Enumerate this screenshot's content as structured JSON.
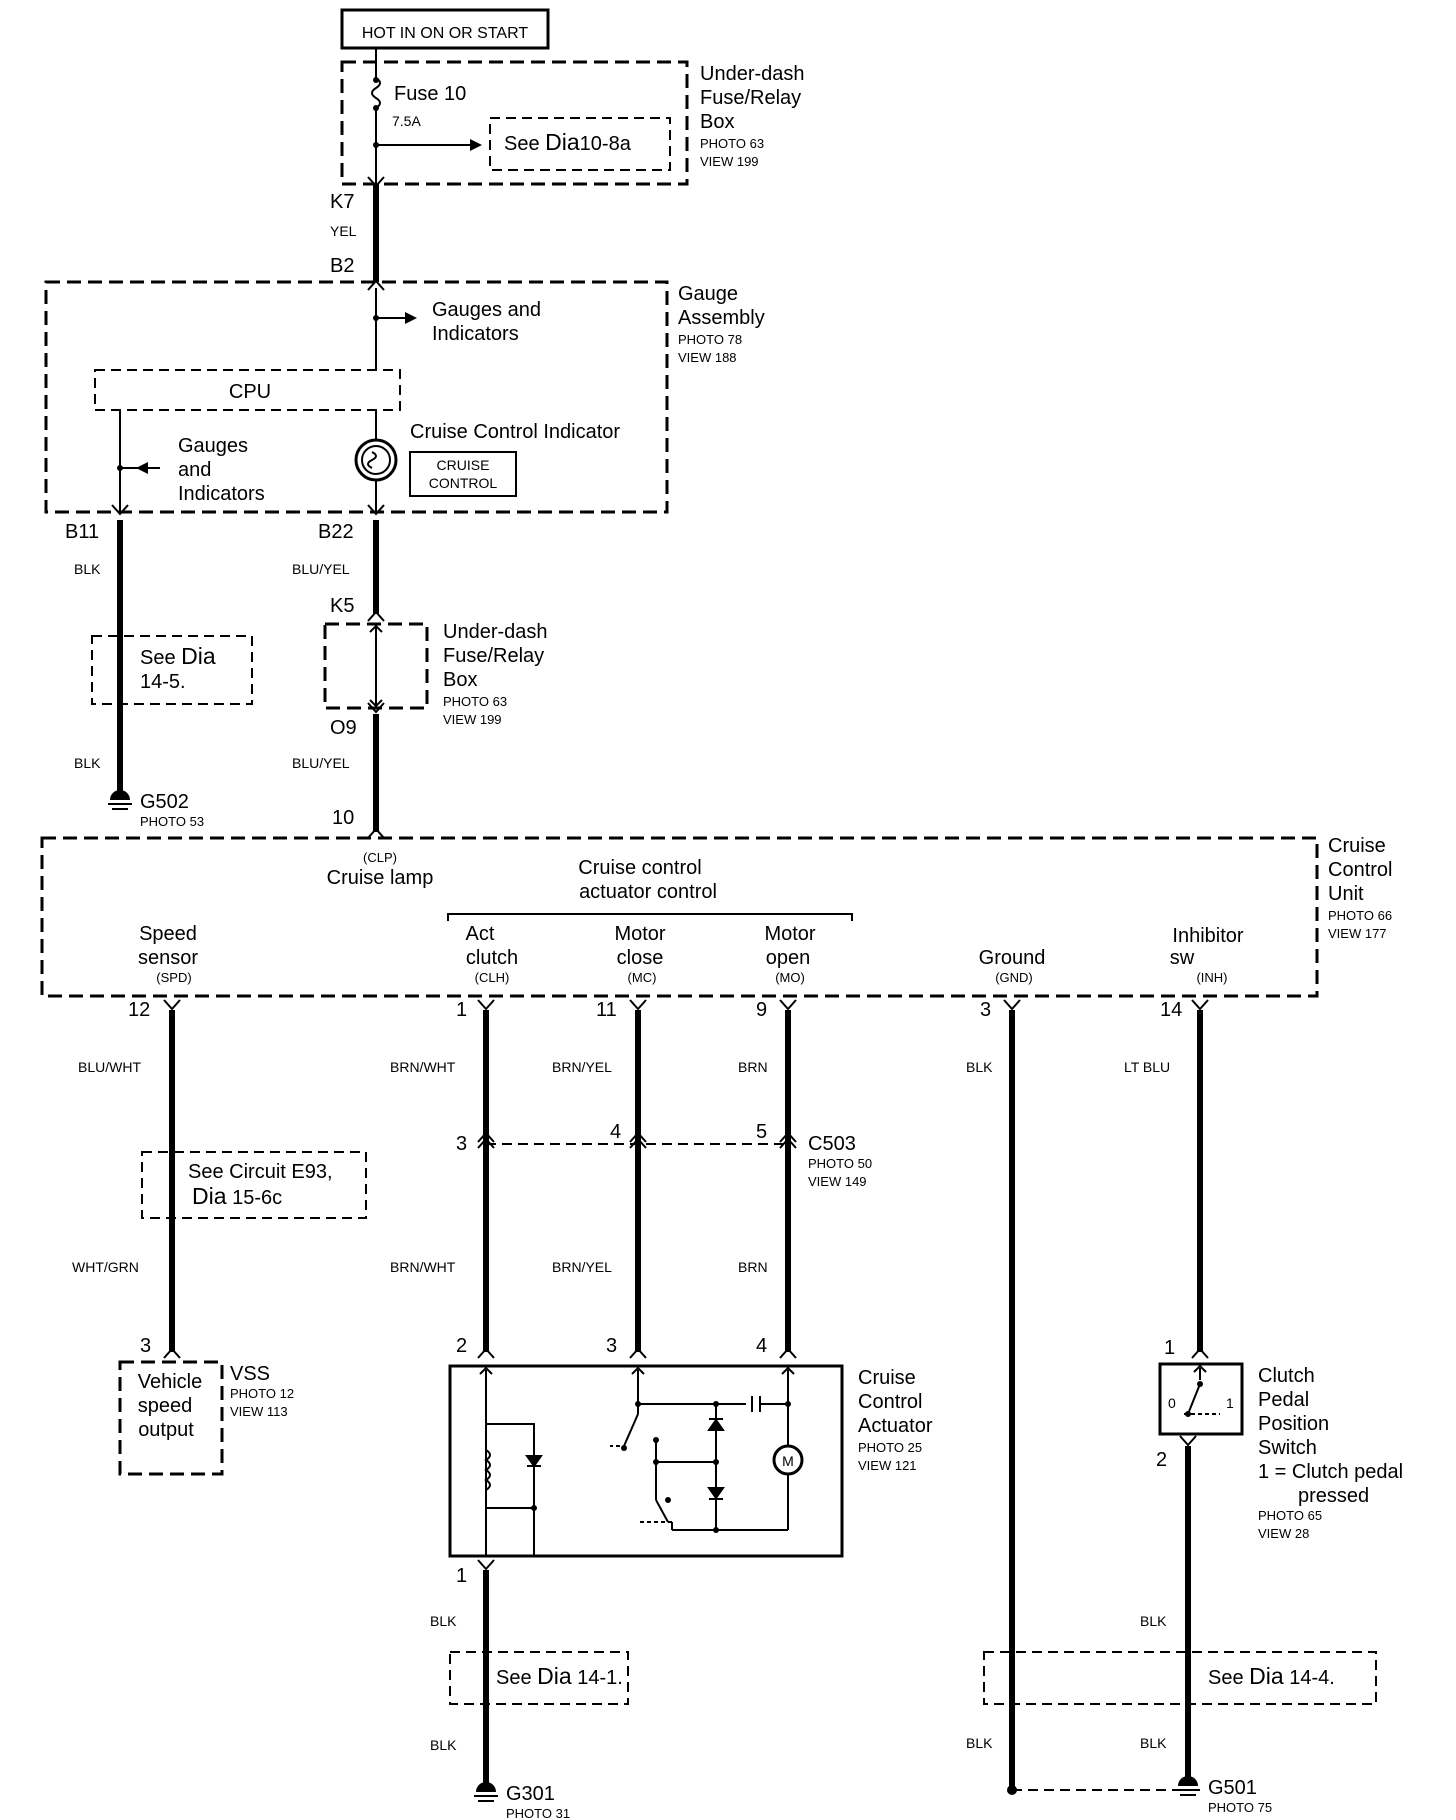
{
  "top_label": "HOT IN ON OR START",
  "fuse_box_top": {
    "name_line1": "Under-dash",
    "name_line2": "Fuse/Relay",
    "name_line3": "Box",
    "photo": "PHOTO 63",
    "view": "VIEW 199",
    "fuse_name": "Fuse 10",
    "fuse_rating": "7.5A",
    "see_ref_prefix": "See",
    "see_ref_dia": "Dia",
    "see_ref_num": "10-8a"
  },
  "pins": {
    "k7": "K7",
    "b2": "B2",
    "b11": "B11",
    "b22": "B22",
    "k5": "K5",
    "o9": "O9",
    "p10": "10",
    "p12": "12",
    "p1": "1",
    "p11": "11",
    "p9": "9",
    "p3": "3",
    "p14": "14",
    "c503_3": "3",
    "c503_4": "4",
    "c503_5": "5",
    "vss3": "3",
    "act2": "2",
    "act3": "3",
    "act4": "4",
    "act1": "1",
    "clutch1": "1",
    "clutch2": "2"
  },
  "wires": {
    "yel": "YEL",
    "blk_b11": "BLK",
    "blk_g502": "BLK",
    "bluyel_1": "BLU/YEL",
    "bluyel_2": "BLU/YEL",
    "bluwht": "BLU/WHT",
    "whtgrn": "WHT/GRN",
    "brnwht_1": "BRN/WHT",
    "brnwht_2": "BRN/WHT",
    "brnyel_1": "BRN/YEL",
    "brnyel_2": "BRN/YEL",
    "brn_1": "BRN",
    "brn_2": "BRN",
    "blk_gnd": "BLK",
    "ltblu": "LT BLU",
    "blk_act_1": "BLK",
    "blk_act_2": "BLK",
    "blk_gnd_2": "BLK",
    "blk_clutch_1": "BLK",
    "blk_clutch_2": "BLK"
  },
  "gauge_assembly": {
    "name_line1": "Gauge",
    "name_line2": "Assembly",
    "photo": "PHOTO 78",
    "view": "VIEW 188",
    "gi_top_1": "Gauges and",
    "gi_top_2": "Indicators",
    "cpu": "CPU",
    "gi_left_1": "Gauges",
    "gi_left_2": "and",
    "gi_left_3": "Indicators",
    "cruise_indicator": "Cruise Control Indicator",
    "cruise_box_1": "CRUISE",
    "cruise_box_2": "CONTROL"
  },
  "see_14_5": {
    "prefix": "See",
    "dia": "Dia",
    "num": "14-5."
  },
  "fuse_box_mid": {
    "name_line1": "Under-dash",
    "name_line2": "Fuse/Relay",
    "name_line3": "Box",
    "photo": "PHOTO 63",
    "view": "VIEW 199"
  },
  "g502": {
    "name": "G502",
    "photo": "PHOTO 53"
  },
  "ccu": {
    "name_line1": "Cruise",
    "name_line2": "Control",
    "name_line3": "Unit",
    "photo": "PHOTO 66",
    "view": "VIEW 177",
    "clp": "(CLP)",
    "cruise_lamp": "Cruise lamp",
    "actuator_control_1": "Cruise control",
    "actuator_control_2": "actuator control",
    "speed_1": "Speed",
    "speed_2": "sensor",
    "spd": "(SPD)",
    "act_1": "Act",
    "act_2": "clutch",
    "clh": "(CLH)",
    "mc_1": "Motor",
    "mc_2": "close",
    "mc": "(MC)",
    "mo_1": "Motor",
    "mo_2": "open",
    "mo": "(MO)",
    "gnd_1": "Ground",
    "gnd": "(GND)",
    "inh_1": "Inhibitor",
    "inh_2": "sw",
    "inh": "(INH)"
  },
  "see_e93": {
    "line1": "See Circuit E93,",
    "dia": "Dia",
    "num": "15-6c"
  },
  "c503": {
    "name": "C503",
    "photo": "PHOTO 50",
    "view": "VIEW 149"
  },
  "vss": {
    "name": "VSS",
    "photo": "PHOTO 12",
    "view": "VIEW 113",
    "box_1": "Vehicle",
    "box_2": "speed",
    "box_3": "output"
  },
  "actuator": {
    "name_line1": "Cruise",
    "name_line2": "Control",
    "name_line3": "Actuator",
    "photo": "PHOTO 25",
    "view": "VIEW 121",
    "motor": "M"
  },
  "clutch_switch": {
    "name_line1": "Clutch",
    "name_line2": "Pedal",
    "name_line3": "Position",
    "name_line4": "Switch",
    "note_1": "1 = Clutch pedal",
    "note_2": "pressed",
    "photo": "PHOTO 65",
    "view": "VIEW 28",
    "pos0": "0",
    "pos1": "1"
  },
  "see_14_1": {
    "prefix": "See",
    "dia": "Dia",
    "num": "14-1."
  },
  "see_14_4": {
    "prefix": "See",
    "dia": "Dia",
    "num": "14-4."
  },
  "g301": {
    "name": "G301",
    "photo": "PHOTO 31"
  },
  "g501": {
    "name": "G501",
    "photo": "PHOTO 75"
  }
}
